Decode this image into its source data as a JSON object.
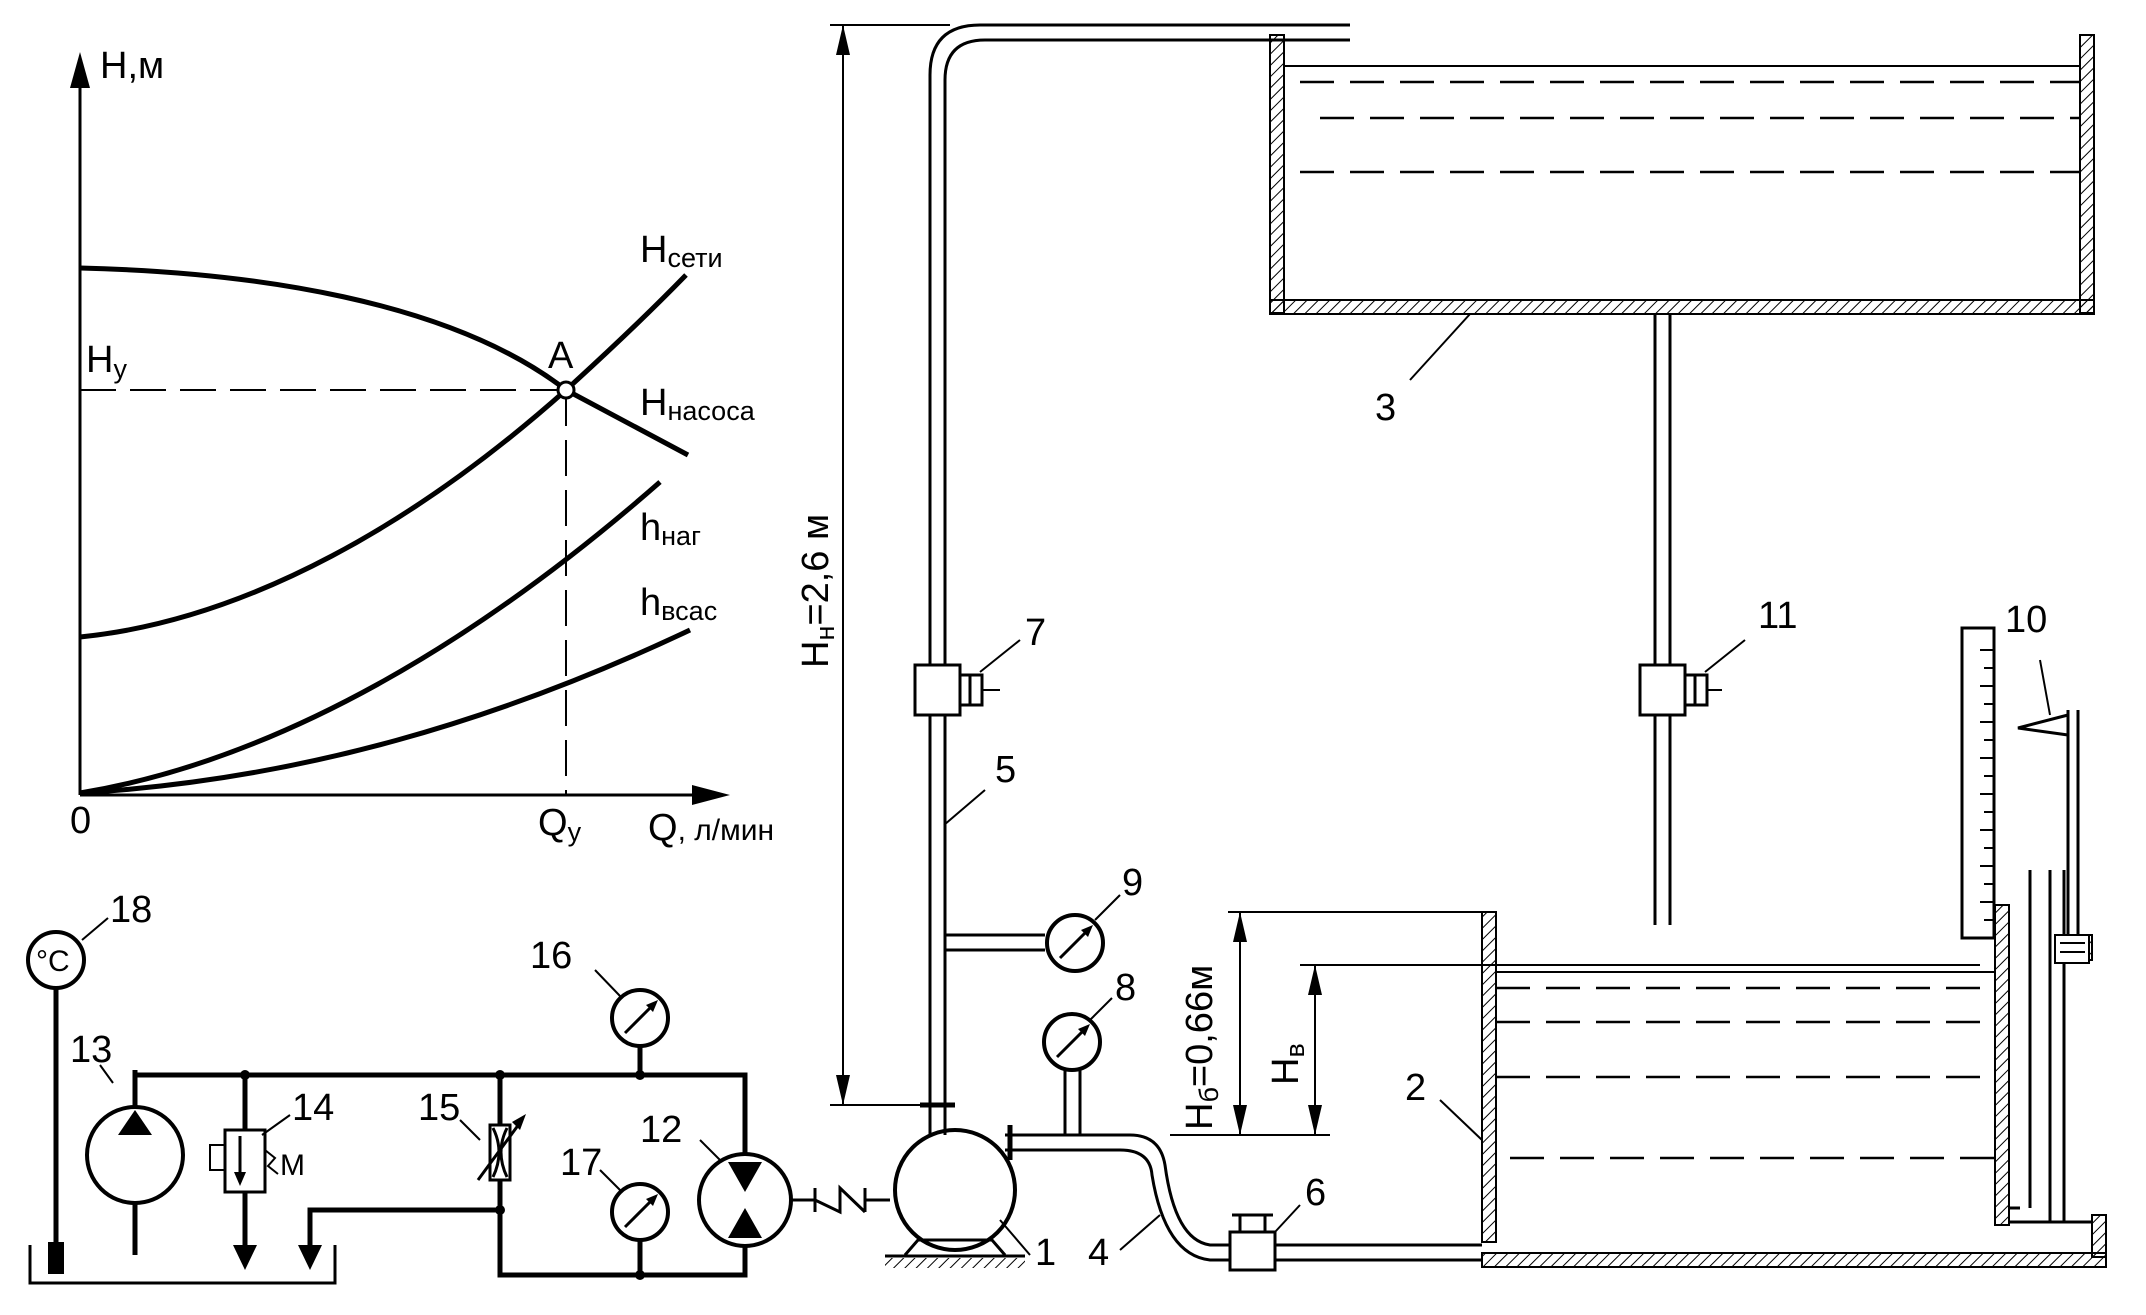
{
  "chart": {
    "y_axis_label": "H,м",
    "x_axis_label": "Q",
    "x_axis_unit": ", л/мин",
    "origin_label": "0",
    "hy_label": "H",
    "hy_sub": "у",
    "qy_label": "Q",
    "qy_sub": "у",
    "point_label": "А",
    "curves": {
      "network": {
        "main": "H",
        "sub": "сети"
      },
      "pump": {
        "main": "H",
        "sub": "насоса"
      },
      "discharge": {
        "main": "h",
        "sub": "наг"
      },
      "suction": {
        "main": "h",
        "sub": "всас"
      }
    }
  },
  "dimensions": {
    "hn": {
      "main": "H",
      "sub": "н",
      "value": "=2,6 м"
    },
    "hb": {
      "main": "H",
      "sub": "б",
      "value": "=0,66м"
    },
    "hv": {
      "main": "H",
      "sub": "в"
    }
  },
  "numbers": {
    "n1": "1",
    "n2": "2",
    "n3": "3",
    "n4": "4",
    "n5": "5",
    "n6": "6",
    "n7": "7",
    "n8": "8",
    "n9": "9",
    "n10": "10",
    "n11": "11",
    "n12": "12",
    "n13": "13",
    "n14": "14",
    "n15": "15",
    "n16": "16",
    "n17": "17",
    "n18": "18"
  },
  "thermometer_label": "°C",
  "motor_letter": "М",
  "icons": [
    "pump-icon",
    "hydraulic-motor-icon",
    "pressure-gauge-icon",
    "thermometer-icon",
    "valve-icon",
    "throttle-icon",
    "relief-valve-icon"
  ]
}
